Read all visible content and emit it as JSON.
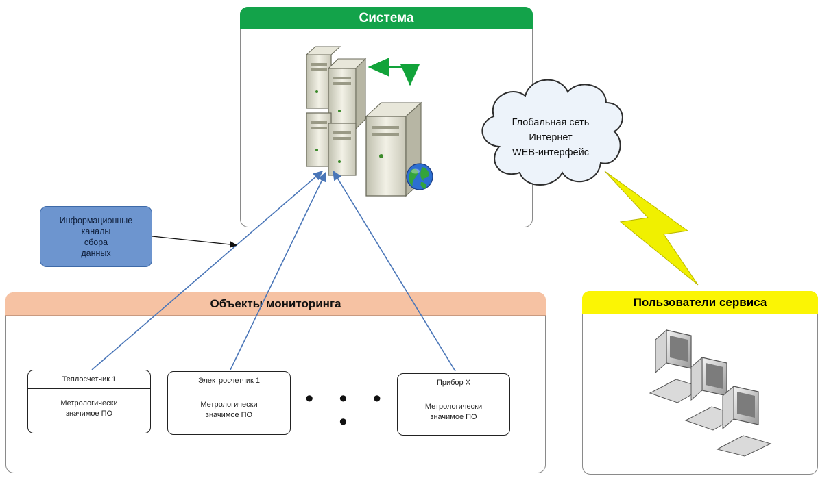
{
  "system": {
    "title": "Система"
  },
  "cloud": {
    "lines": [
      "Глобальная сеть",
      "Интернет",
      "WEB-интерфейс"
    ]
  },
  "channels": {
    "lines": [
      "Информационные",
      "каналы",
      "сбора",
      "данных"
    ]
  },
  "monitoring": {
    "title": "Объекты мониторинга"
  },
  "users": {
    "title": "Пользователи сервиса"
  },
  "devices": [
    {
      "title": "Теплосчетчик 1",
      "sub": [
        "Метрологически",
        "значимое ПО"
      ]
    },
    {
      "title": "Электросчетчик 1",
      "sub": [
        "Метрологически",
        "значимое ПО"
      ]
    },
    {
      "title": "Прибор X",
      "sub": [
        "Метрологически",
        "значимое ПО"
      ]
    }
  ],
  "ellipsis": "• • • •",
  "colors": {
    "system": "#13a34a",
    "monitoring": "#f6c2a3",
    "users": "#fbf504",
    "channels": "#6d95cf",
    "arrows": "#4a76b8",
    "lightning": "#f0f000"
  },
  "icons": [
    "server-cluster-icon",
    "globe-icon",
    "cloud-icon",
    "lightning-icon",
    "workstations-icon",
    "sync-arrow-icon"
  ]
}
